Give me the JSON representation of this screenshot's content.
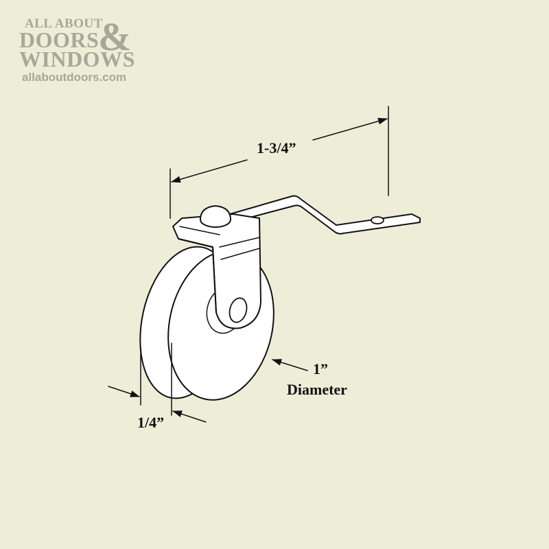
{
  "logo": {
    "line1": "ALL ABOUT",
    "line2": "DOORS",
    "ampersand": "&",
    "line3": "WINDOWS",
    "url": "allaboutdoors.com",
    "color": "#a8a79a"
  },
  "diagram": {
    "subject": "wheel-roller-with-offset-bracket",
    "background_color": "#eeedd8",
    "dimensions": {
      "length": "1-3/4”",
      "wheel_diameter_value": "1”",
      "wheel_diameter_label": "Diameter",
      "wheel_width": "1/4”"
    }
  }
}
